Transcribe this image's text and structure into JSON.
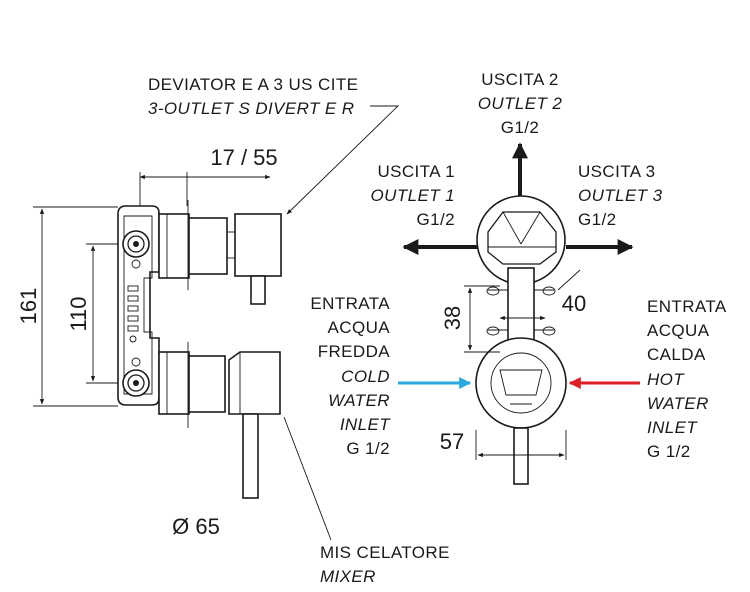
{
  "labels": {
    "diverter_it": "DEVIATOR E A 3 US CITE",
    "diverter_en": "3-OUTLET S DIVERT E R",
    "outlet2_it": "USCITA 2",
    "outlet2_en": "OUTLET 2",
    "outlet2_size": "G1/2",
    "outlet1_it": "USCITA 1",
    "outlet1_en": "OUTLET 1",
    "outlet1_size": "G1/2",
    "outlet3_it": "USCITA 3",
    "outlet3_en": "OUTLET 3",
    "outlet3_size": "G1/2",
    "cold_it_1": "ENTRATA",
    "cold_it_2": "ACQUA",
    "cold_it_3": "FREDDA",
    "cold_en_1": "COLD",
    "cold_en_2": "WATER",
    "cold_en_3": "INLET",
    "cold_size": "G 1/2",
    "hot_it_1": "ENTRATA",
    "hot_it_2": "ACQUA",
    "hot_it_3": "CALDA",
    "hot_en_1": "HOT",
    "hot_en_2": "WATER",
    "hot_en_3": "INLET",
    "hot_size": "G 1/2",
    "mixer_it": "MIS CELATORE",
    "mixer_en": "MIXER"
  },
  "dimensions": {
    "height_total": "161",
    "height_inner": "110",
    "depth": "17 / 55",
    "diameter": "Ø 65",
    "outlet_spacing": "38",
    "offset": "40",
    "width": "57"
  },
  "colors": {
    "cold_arrow": "#2aa8e0",
    "hot_arrow": "#e01e25",
    "line": "#1a1a1a"
  }
}
